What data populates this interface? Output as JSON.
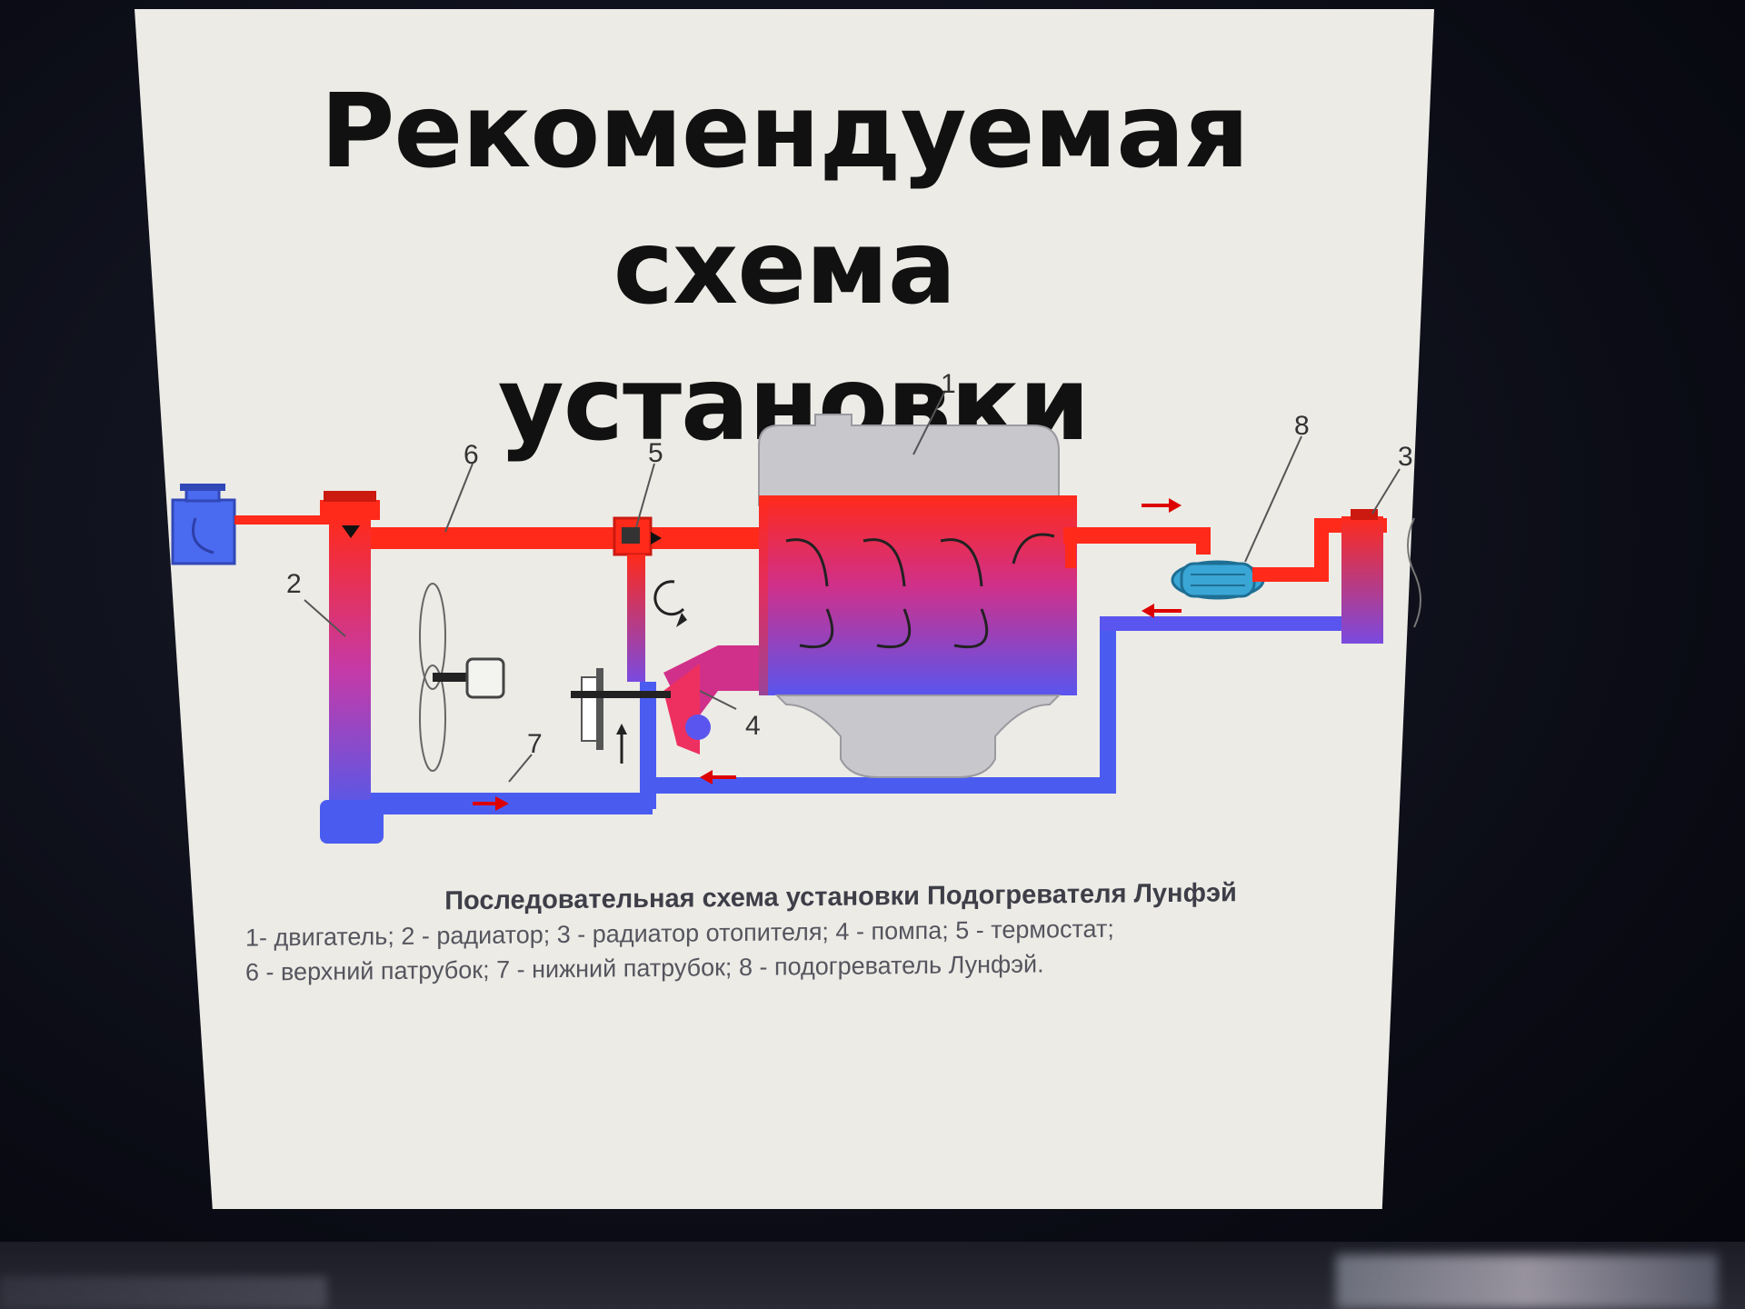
{
  "slide": {
    "title_line_1": "Рекомендуемая схема",
    "title_line_2": "установки"
  },
  "diagram": {
    "labels": {
      "engine": "1",
      "radiator": "2",
      "heater_radiator": "3",
      "pump": "4",
      "thermostat": "5",
      "upper_hose": "6",
      "lower_hose": "7",
      "lunfei_heater": "8"
    },
    "colors": {
      "hot": "#ff2a1a",
      "cold": "#4a5cf0",
      "heater": "#3aa6d6",
      "engine_body": "#c8c8cc"
    }
  },
  "caption": {
    "title": "Последовательная схема установки Подогревателя Лунфэй",
    "legend_line_1": "1- двигатель; 2 - радиатор; 3 - радиатор отопителя; 4 - помпа; 5 - термостат;",
    "legend_line_2": "6 - верхний патрубок; 7 - нижний патрубок; 8 - подогреватель Лунфэй."
  }
}
